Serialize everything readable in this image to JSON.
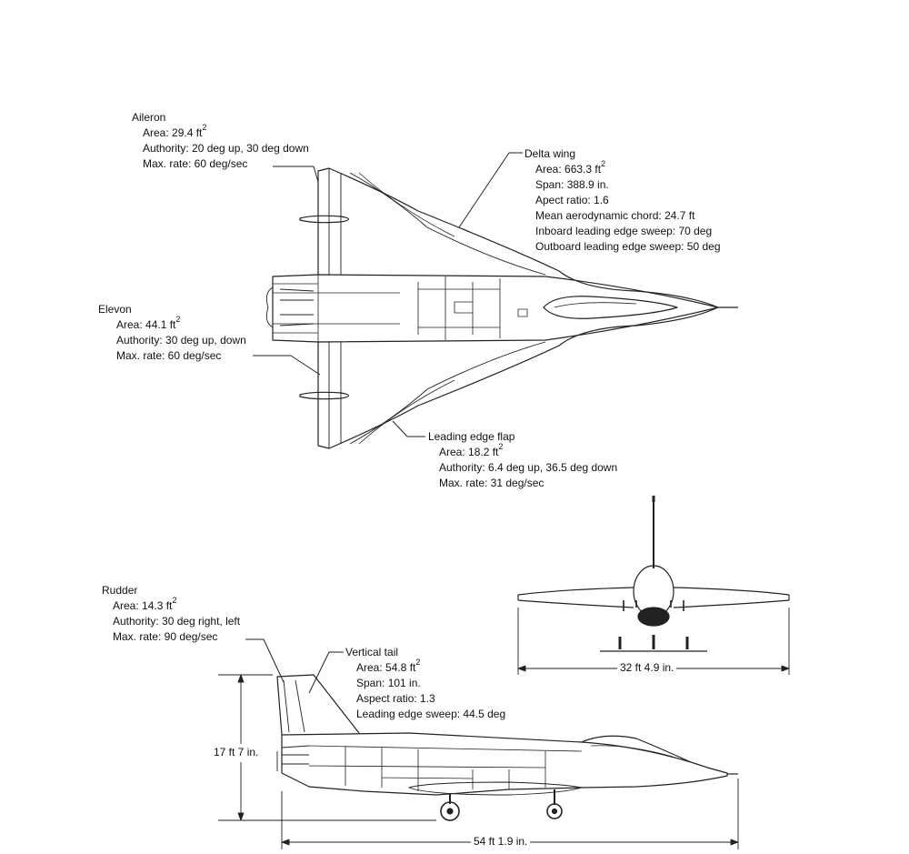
{
  "aileron": {
    "title": "Aileron",
    "area_label": "Area:",
    "area_value": "29.4 ft",
    "area_exp": "2",
    "authority": "Authority:  20 deg up, 30 deg down",
    "max_rate": "Max. rate:  60 deg/sec"
  },
  "delta_wing": {
    "title": "Delta wing",
    "area_label": "Area:",
    "area_value": "663.3 ft",
    "area_exp": "2",
    "span": "Span:  388.9 in.",
    "aspect": "Apect ratio:  1.6",
    "mac": "Mean aerodynamic chord:  24.7 ft",
    "inboard": "Inboard leading edge sweep:  70 deg",
    "outboard": "Outboard leading edge sweep:  50 deg"
  },
  "elevon": {
    "title": "Elevon",
    "area_label": "Area:",
    "area_value": "44.1 ft",
    "area_exp": "2",
    "authority": "Authority:  30 deg up, down",
    "max_rate": "Max. rate:  60 deg/sec"
  },
  "le_flap": {
    "title": "Leading edge flap",
    "area_label": "Area:",
    "area_value": "18.2 ft",
    "area_exp": "2",
    "authority": "Authority:  6.4 deg up, 36.5 deg down",
    "max_rate": "Max. rate:  31 deg/sec"
  },
  "rudder": {
    "title": "Rudder",
    "area_label": "Area:",
    "area_value": "14.3 ft",
    "area_exp": "2",
    "authority": "Authority:  30 deg right, left",
    "max_rate": "Max. rate:  90 deg/sec"
  },
  "vertical_tail": {
    "title": "Vertical tail",
    "area_label": "Area:",
    "area_value": "54.8 ft",
    "area_exp": "2",
    "span": "Span:  101 in.",
    "aspect": "Aspect ratio:  1.3",
    "sweep": "Leading edge sweep:  44.5 deg"
  },
  "dimensions": {
    "span": "32 ft  4.9 in.",
    "height": "17 ft  7 in.",
    "length": "54 ft  1.9 in."
  }
}
